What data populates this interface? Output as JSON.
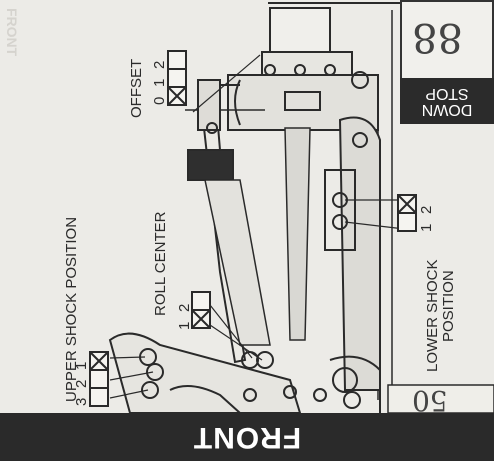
{
  "front_label": "FRONT",
  "ghost_front_label": "FRONT",
  "upper_shock": {
    "title": "UPPER SHOCK POSITION",
    "options": [
      "1",
      "2",
      "3"
    ],
    "checked": "1"
  },
  "roll_center": {
    "title": "ROLL CENTER",
    "options": [
      "1",
      "2"
    ],
    "checked": "1"
  },
  "offset": {
    "title": "OFFSET",
    "options": [
      "0",
      "1",
      "2"
    ],
    "checked": "0"
  },
  "lower_shock": {
    "title_line1": "LOWER SHOCK",
    "title_line2": "POSITION",
    "options": [
      "1",
      "2"
    ],
    "checked": "1"
  },
  "down_stop": {
    "line1": "DOWN",
    "line2": "STOP",
    "handwritten_value": "88"
  },
  "handwritten_bottom": "50"
}
